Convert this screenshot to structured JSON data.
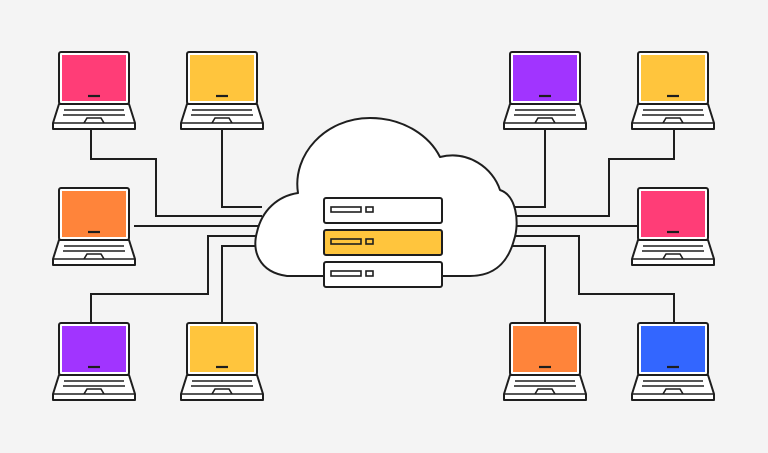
{
  "colors": {
    "background": "#f4f4f4",
    "outline": "#1e1e1e",
    "cloud_fill": "#ffffff",
    "server_unit": "#ffffff",
    "server_unit_active": "#ffc53d"
  },
  "cloud": {
    "icon": "cloud-icon",
    "server": {
      "icon": "server-rack-icon",
      "units": [
        {
          "state": "idle"
        },
        {
          "state": "active"
        },
        {
          "state": "idle"
        }
      ]
    }
  },
  "laptops": [
    {
      "id": "laptop-top-left-outer",
      "icon": "laptop-icon",
      "screen_color": "#ff3d77"
    },
    {
      "id": "laptop-top-left-inner",
      "icon": "laptop-icon",
      "screen_color": "#ffc53d"
    },
    {
      "id": "laptop-top-right-inner",
      "icon": "laptop-icon",
      "screen_color": "#a134ff"
    },
    {
      "id": "laptop-top-right-outer",
      "icon": "laptop-icon",
      "screen_color": "#ffc53d"
    },
    {
      "id": "laptop-middle-left",
      "icon": "laptop-icon",
      "screen_color": "#ff843a"
    },
    {
      "id": "laptop-middle-right",
      "icon": "laptop-icon",
      "screen_color": "#ff3d77"
    },
    {
      "id": "laptop-bottom-left-outer",
      "icon": "laptop-icon",
      "screen_color": "#a134ff"
    },
    {
      "id": "laptop-bottom-left-inner",
      "icon": "laptop-icon",
      "screen_color": "#ffc53d"
    },
    {
      "id": "laptop-bottom-right-inner",
      "icon": "laptop-icon",
      "screen_color": "#ff843a"
    },
    {
      "id": "laptop-bottom-right-outer",
      "icon": "laptop-icon",
      "screen_color": "#3366ff"
    }
  ],
  "connections": [
    {
      "from": "laptop-top-left-outer",
      "to": "cloud"
    },
    {
      "from": "laptop-top-left-inner",
      "to": "cloud"
    },
    {
      "from": "laptop-top-right-inner",
      "to": "cloud"
    },
    {
      "from": "laptop-top-right-outer",
      "to": "cloud"
    },
    {
      "from": "laptop-middle-left",
      "to": "cloud"
    },
    {
      "from": "laptop-middle-right",
      "to": "cloud"
    },
    {
      "from": "laptop-bottom-left-outer",
      "to": "cloud"
    },
    {
      "from": "laptop-bottom-left-inner",
      "to": "cloud"
    },
    {
      "from": "laptop-bottom-right-inner",
      "to": "cloud"
    },
    {
      "from": "laptop-bottom-right-outer",
      "to": "cloud"
    }
  ]
}
